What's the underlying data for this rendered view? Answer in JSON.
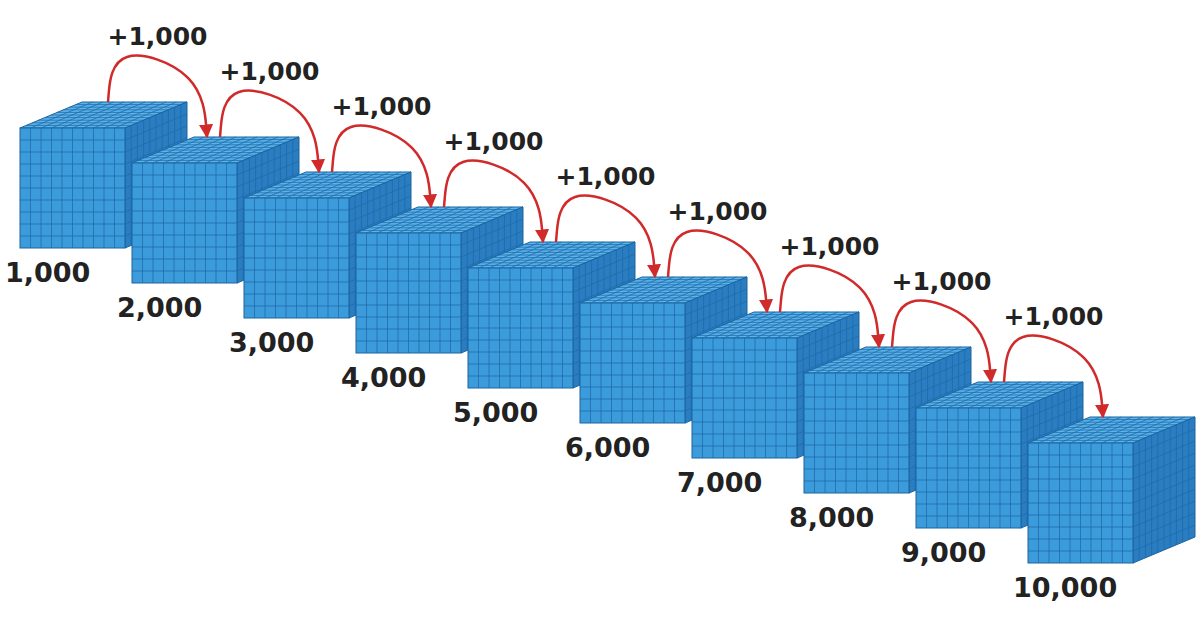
{
  "diagram": {
    "nodes": [
      {
        "text": [
          "1,000"
        ]
      },
      {
        "text": [
          "2,000"
        ]
      },
      {
        "text": [
          "3,000"
        ]
      },
      {
        "text": [
          "4,000"
        ]
      },
      {
        "text": [
          "5,000"
        ]
      },
      {
        "text": [
          "6,000"
        ]
      },
      {
        "text": [
          "7,000"
        ]
      },
      {
        "text": [
          "8,000"
        ]
      },
      {
        "text": [
          "9,000"
        ]
      },
      {
        "text": [
          "10,000"
        ]
      }
    ],
    "edges": [
      {
        "from": 0,
        "to": 1,
        "arrow": "to",
        "label": "+1,000"
      },
      {
        "from": 1,
        "to": 2,
        "arrow": "to",
        "label": "+1,000"
      },
      {
        "from": 2,
        "to": 3,
        "arrow": "to",
        "label": "+1,000"
      },
      {
        "from": 3,
        "to": 4,
        "arrow": "to",
        "label": "+1,000"
      },
      {
        "from": 4,
        "to": 5,
        "arrow": "to",
        "label": "+1,000"
      },
      {
        "from": 5,
        "to": 6,
        "arrow": "to",
        "label": "+1,000"
      },
      {
        "from": 6,
        "to": 7,
        "arrow": "to",
        "label": "+1,000"
      },
      {
        "from": 7,
        "to": 8,
        "arrow": "to",
        "label": "+1,000"
      },
      {
        "from": 8,
        "to": 9,
        "arrow": "to",
        "label": "+1,000"
      }
    ]
  }
}
